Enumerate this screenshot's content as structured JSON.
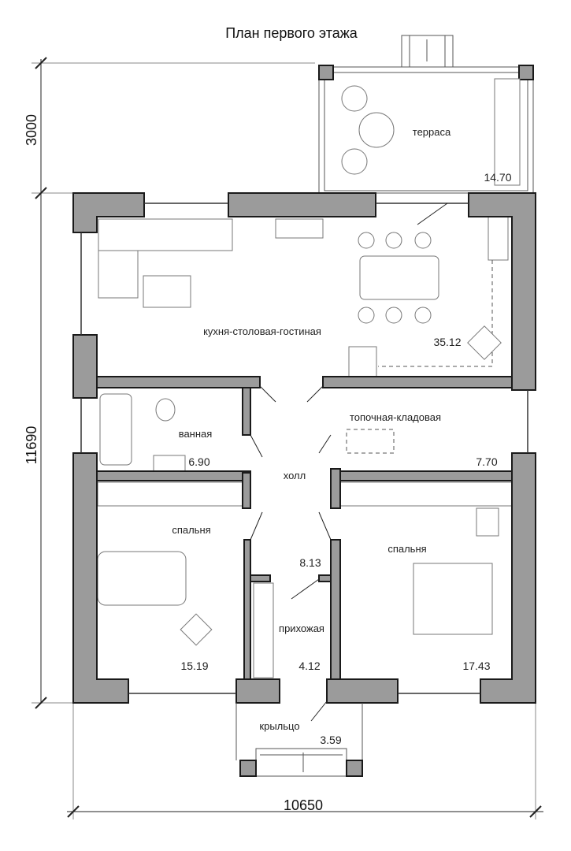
{
  "title": "План первого этажа",
  "dimensions": {
    "terrace_depth": "3000",
    "house_depth": "11690",
    "house_width": "10650"
  },
  "rooms": [
    {
      "name": "терраса",
      "area": "14.70"
    },
    {
      "name": "кухня-столовая-гостиная",
      "area": "35.12"
    },
    {
      "name": "ванная",
      "area": "6.90"
    },
    {
      "name": "топочная-кладовая",
      "area": "7.70"
    },
    {
      "name": "холл",
      "area": "8.13"
    },
    {
      "name": "спальня",
      "area": "15.19"
    },
    {
      "name": "прихожая",
      "area": "4.12"
    },
    {
      "name": "спальня",
      "area": "17.43"
    },
    {
      "name": "крыльцо",
      "area": "3.59"
    }
  ],
  "colors": {
    "wall": "#9b9b9b",
    "line": "#1a1a1a"
  }
}
